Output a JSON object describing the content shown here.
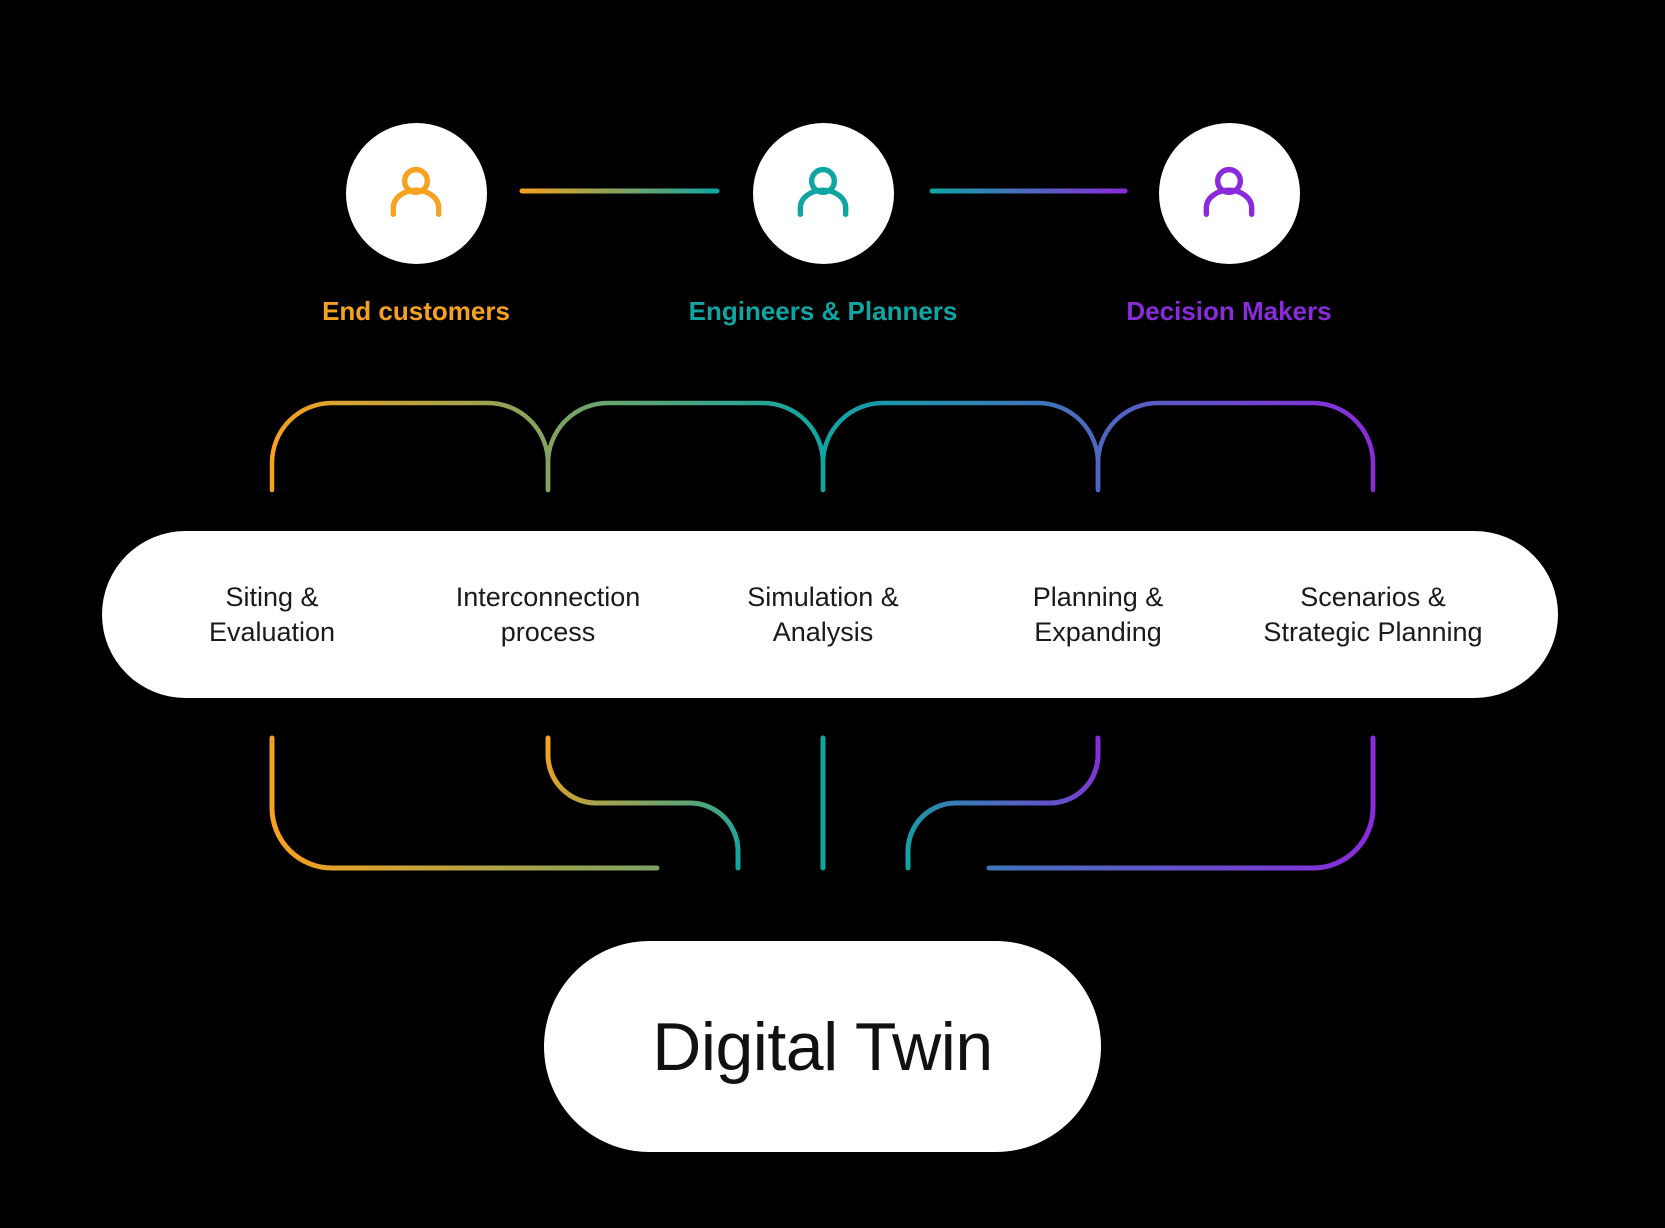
{
  "title": "Digital Twin stakeholder diagram",
  "colors": {
    "background": "#000000",
    "orange": "#F6A11F",
    "teal": "#0FA5A3",
    "purple": "#8A2BDB",
    "pill_bg": "#FFFFFF",
    "pill_text": "#1A1A1A"
  },
  "actors": [
    {
      "id": "end-customers",
      "label": "End customers",
      "color": "#F6A11F",
      "icon": "person-icon"
    },
    {
      "id": "engineers-planners",
      "label": "Engineers & Planners",
      "color": "#0FA5A3",
      "icon": "person-icon"
    },
    {
      "id": "decision-makers",
      "label": "Decision Makers",
      "color": "#8A2BDB",
      "icon": "person-icon"
    }
  ],
  "capabilities": [
    {
      "id": "siting",
      "line1": "Siting &",
      "line2": "Evaluation"
    },
    {
      "id": "interconnection",
      "line1": "Interconnection",
      "line2": "process"
    },
    {
      "id": "simulation",
      "line1": "Simulation &",
      "line2": "Analysis"
    },
    {
      "id": "planning",
      "line1": "Planning &",
      "line2": "Expanding"
    },
    {
      "id": "scenarios",
      "line1": "Scenarios &",
      "line2": "Strategic Planning"
    }
  ],
  "digital_twin": {
    "label": "Digital Twin"
  }
}
